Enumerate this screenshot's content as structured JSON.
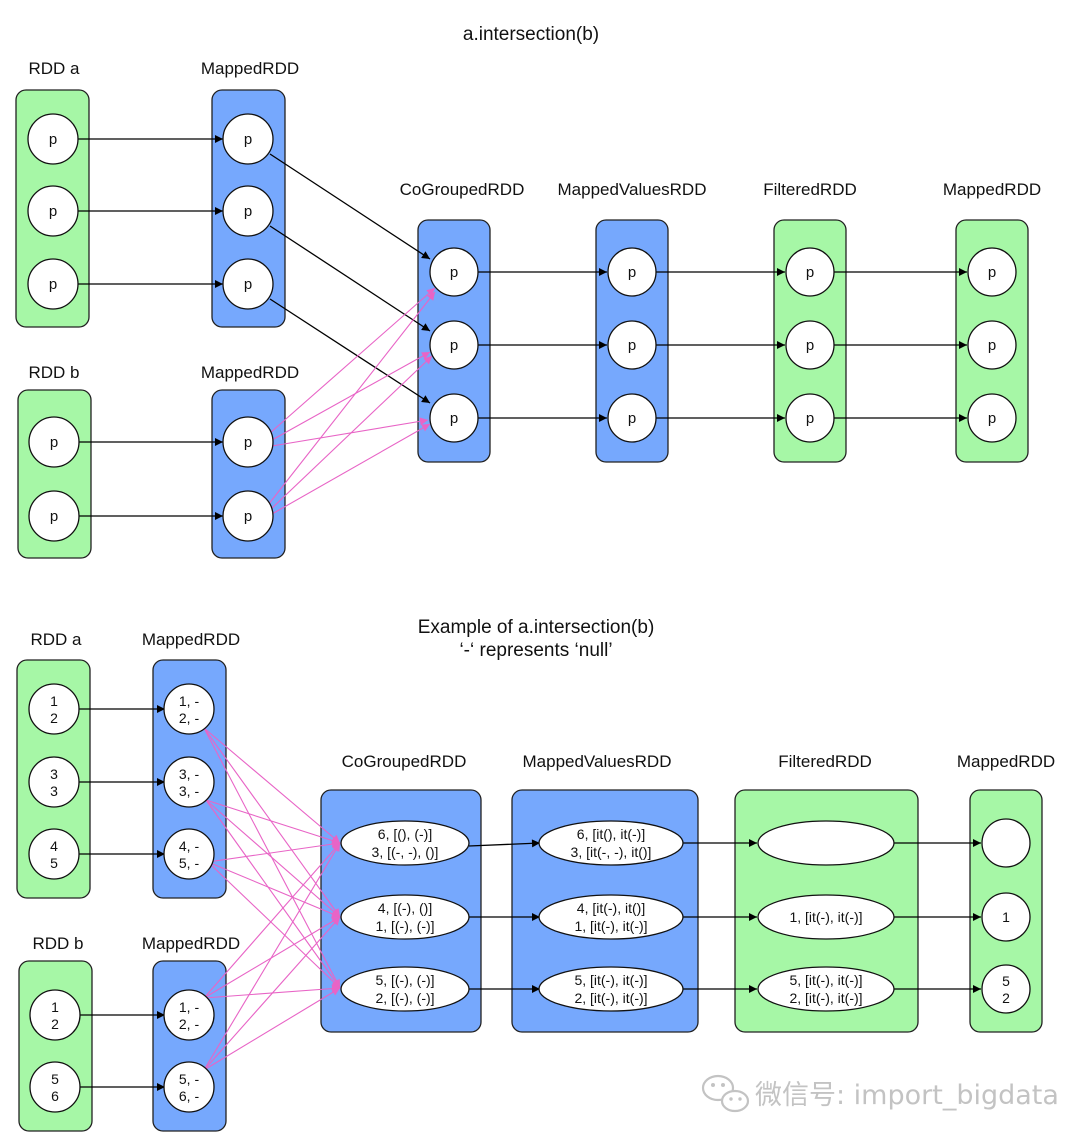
{
  "top": {
    "title": "a.intersection(b)",
    "labels": {
      "rdd_a": "RDD a",
      "mapped_a": "MappedRDD",
      "rdd_b": "RDD b",
      "mapped_b": "MappedRDD",
      "cogrouped": "CoGroupedRDD",
      "mappedvalues": "MappedValuesRDD",
      "filtered": "FilteredRDD",
      "mapped_out": "MappedRDD"
    },
    "partition_label": "p"
  },
  "bottom": {
    "title_line1": "Example of a.intersection(b)",
    "title_line2": "‘-‘ represents ‘null’",
    "labels": {
      "rdd_a": "RDD a",
      "mapped_a": "MappedRDD",
      "rdd_b": "RDD b",
      "mapped_b": "MappedRDD",
      "cogrouped": "CoGroupedRDD",
      "mappedvalues": "MappedValuesRDD",
      "filtered": "FilteredRDD",
      "mapped_out": "MappedRDD"
    },
    "rdd_a": [
      [
        "1",
        "2"
      ],
      [
        "3",
        "3"
      ],
      [
        "4",
        "5"
      ]
    ],
    "mapped_a": [
      [
        "1, -",
        "2, -"
      ],
      [
        "3, -",
        "3, -"
      ],
      [
        "4, -",
        "5, -"
      ]
    ],
    "rdd_b": [
      [
        "1",
        "2"
      ],
      [
        "5",
        "6"
      ]
    ],
    "mapped_b": [
      [
        "1, -",
        "2, -"
      ],
      [
        "5, -",
        "6, -"
      ]
    ],
    "cogrouped": [
      [
        "6, [(), (-)]",
        "3, [(-, -), ()]"
      ],
      [
        "4, [(-), ()]",
        "1, [(-), (-)]"
      ],
      [
        "5, [(-), (-)]",
        "2, [(-), (-)]"
      ]
    ],
    "mappedvalues": [
      [
        "6, [it(), it(-)]",
        "3, [it(-, -), it()]"
      ],
      [
        "4, [it(-), it()]",
        "1, [it(-), it(-)]"
      ],
      [
        "5, [it(-), it(-)]",
        "2, [it(-), it(-)]"
      ]
    ],
    "filtered": [
      [],
      [
        "1, [it(-), it(-)]"
      ],
      [
        "5, [it(-), it(-)]",
        "2, [it(-), it(-)]"
      ]
    ],
    "mapped_out": [
      [],
      [
        "1"
      ],
      [
        "5",
        "2"
      ]
    ]
  },
  "watermark": "微信号: import_bigdata",
  "colors": {
    "green": "#a6f7a6",
    "blue": "#76a8fd",
    "shuffle": "#e864c6"
  }
}
